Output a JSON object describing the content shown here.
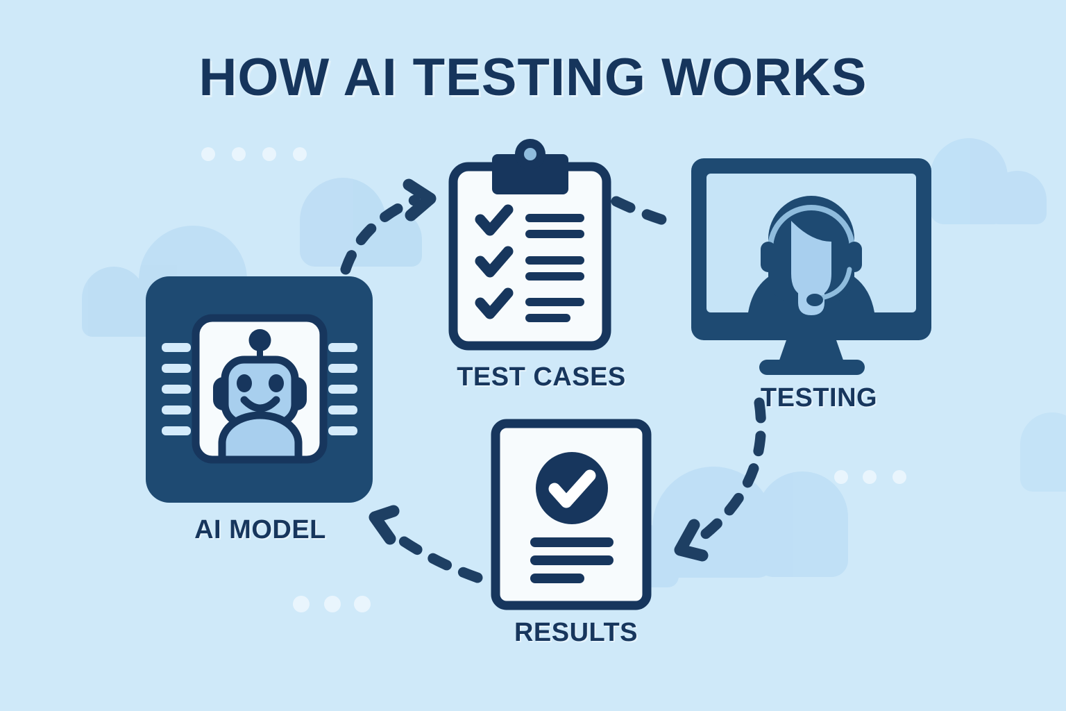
{
  "page": {
    "title": "HOW AI TESTING WORKS",
    "background_color": "#cfe9f9",
    "primary_navy": "#17365d",
    "accent_light_blue": "#a8cfee",
    "paper_white": "#f7fbfd",
    "cloud_color": "#bfdff6",
    "dot_color": "#e6f4fc"
  },
  "nodes": {
    "ai_model": {
      "label": "AI MODEL",
      "icon": "ai-chip-robot-icon",
      "order": 1
    },
    "test_cases": {
      "label": "TEST CASES",
      "icon": "clipboard-checklist-icon",
      "order": 2
    },
    "testing": {
      "label": "TESTING",
      "icon": "monitor-person-headset-icon",
      "order": 3
    },
    "results": {
      "label": "RESULTS",
      "icon": "document-check-icon",
      "order": 4
    }
  },
  "chart_data": {
    "type": "diagram",
    "title": "HOW AI TESTING WORKS",
    "layout": "cycle",
    "steps": [
      {
        "id": "ai_model",
        "label": "AI MODEL",
        "icon": "ai-chip-robot-icon"
      },
      {
        "id": "test_cases",
        "label": "TEST CASES",
        "icon": "clipboard-checklist-icon"
      },
      {
        "id": "testing",
        "label": "TESTING",
        "icon": "monitor-person-headset-icon"
      },
      {
        "id": "results",
        "label": "RESULTS",
        "icon": "document-check-icon"
      }
    ],
    "connections": [
      {
        "from": "ai_model",
        "to": "test_cases",
        "style": "dashed-curved-arrow"
      },
      {
        "from": "test_cases",
        "to": "testing",
        "style": "dashed-curved-arrow"
      },
      {
        "from": "testing",
        "to": "results",
        "style": "dashed-curved-arrow"
      },
      {
        "from": "results",
        "to": "ai_model",
        "style": "dashed-curved-arrow"
      }
    ]
  },
  "icon_details": {
    "clipboard": {
      "checkmark_count": 3,
      "text_line_count": 6
    },
    "results_doc": {
      "badge": "check-circle",
      "text_line_count": 3
    },
    "ai_chip": {
      "pins_per_side": 5,
      "inner": "robot-face"
    },
    "monitor": {
      "subject": "person-with-headset"
    }
  },
  "decorations": {
    "clouds": 5,
    "dot_groups": 3,
    "dots_per_group": [
      4,
      3,
      3
    ]
  }
}
